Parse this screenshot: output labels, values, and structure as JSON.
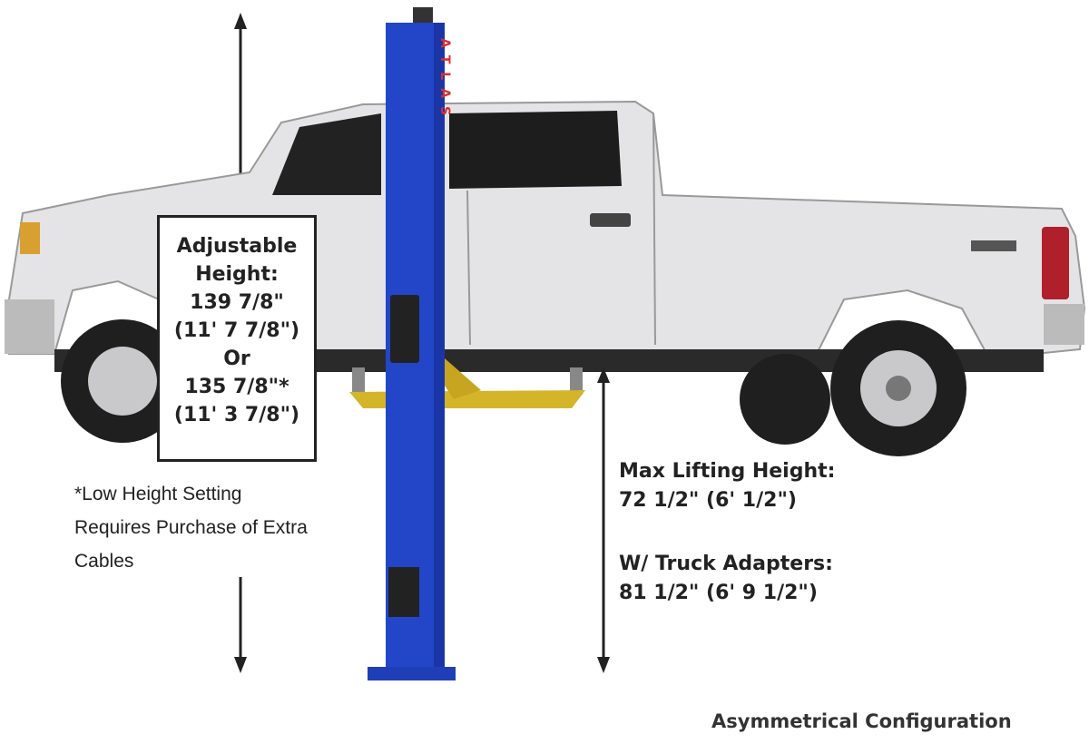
{
  "brand_logo": "ATLAS",
  "colors": {
    "post": "#2346c8",
    "truck_body": "#e4e4e6",
    "lift_arm": "#d4b52a",
    "text": "#222222"
  },
  "height_box": {
    "lines": [
      "Adjustable",
      "Height:",
      "139 7/8\"",
      "(11' 7 7/8\")",
      "Or",
      "135 7/8\"*",
      "(11' 3 7/8\")"
    ]
  },
  "footnote": {
    "lines": [
      "*Low Height Setting",
      "Requires Purchase of Extra",
      "Cables"
    ]
  },
  "max_lift": {
    "label": "Max Lifting Height:",
    "value": "72 1/2\" (6' 1/2\")"
  },
  "truck_adapters": {
    "label": "W/ Truck Adapters:",
    "value": "81 1/2\" (6' 9 1/2\")"
  },
  "caption": "Asymmetrical Configuration"
}
